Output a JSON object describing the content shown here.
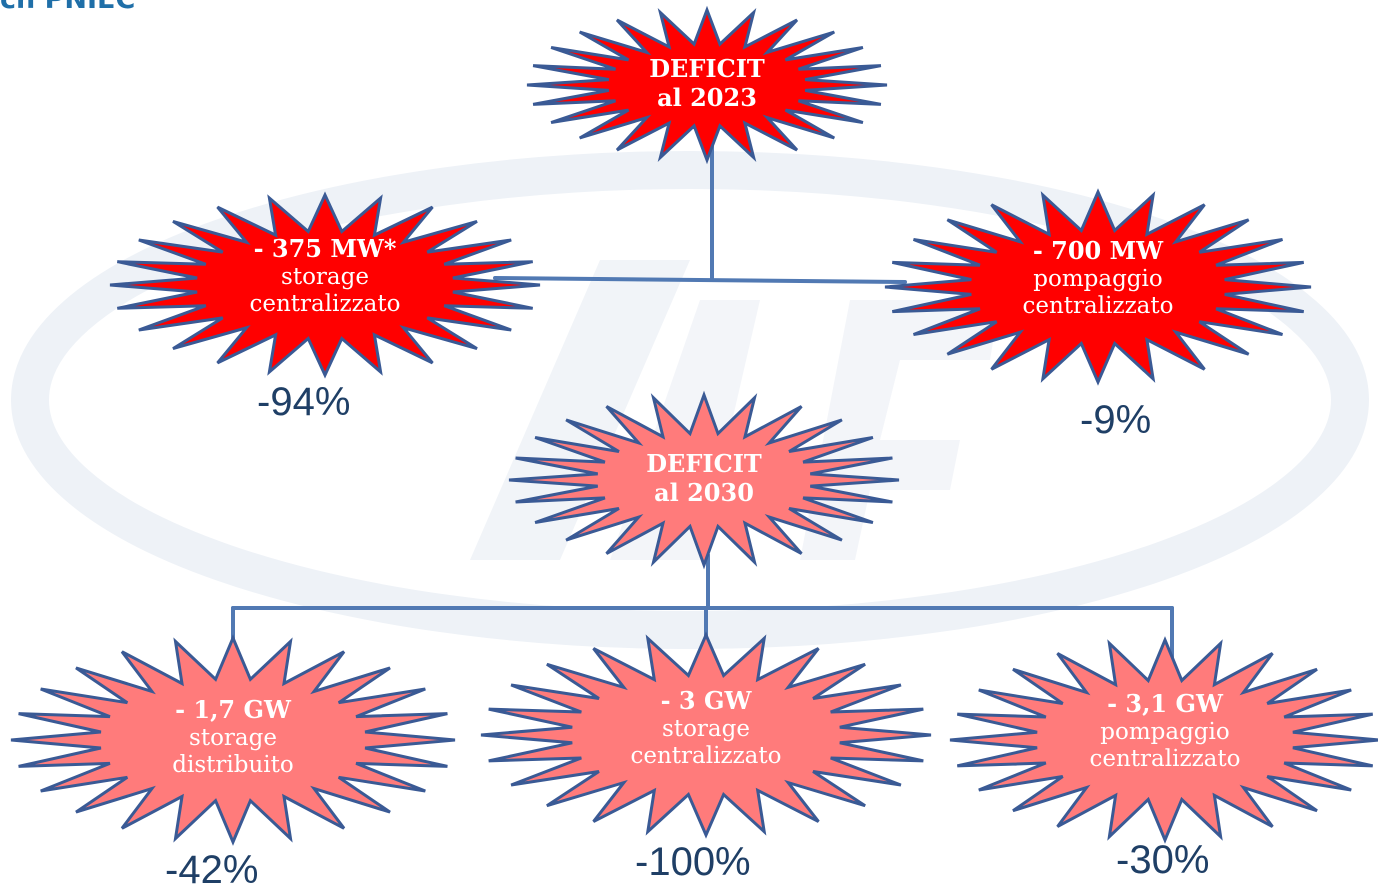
{
  "header": {
    "title": "ch PNIEC"
  },
  "colors": {
    "deficit_2023_fill": "#ff0000",
    "deficit_2030_fill": "#ff7b7b",
    "burst_stroke": "#3a5a95",
    "connector": "#5179b3",
    "percent_text": "#1f3f66"
  },
  "nodes": {
    "deficit_2023": {
      "line1": "DEFICIT",
      "line2": "al 2023"
    },
    "storage_2023": {
      "value": "- 375 MW*",
      "type": "storage",
      "scope": "centralizzato",
      "percent": "-94%"
    },
    "pompaggio_2023": {
      "value": "- 700 MW",
      "type": "pompaggio",
      "scope": "centralizzato",
      "percent": "-9%"
    },
    "deficit_2030": {
      "line1": "DEFICIT",
      "line2": "al 2030"
    },
    "storage_distribuito_2030": {
      "value": "- 1,7 GW",
      "type": "storage",
      "scope": "distribuito",
      "percent": "-42%"
    },
    "storage_centralizzato_2030": {
      "value": "- 3 GW",
      "type": "storage",
      "scope": "centralizzato",
      "percent": "-100%"
    },
    "pompaggio_2030": {
      "value": "- 3,1 GW",
      "type": "pompaggio",
      "scope": "centralizzato",
      "percent": "-30%"
    }
  }
}
